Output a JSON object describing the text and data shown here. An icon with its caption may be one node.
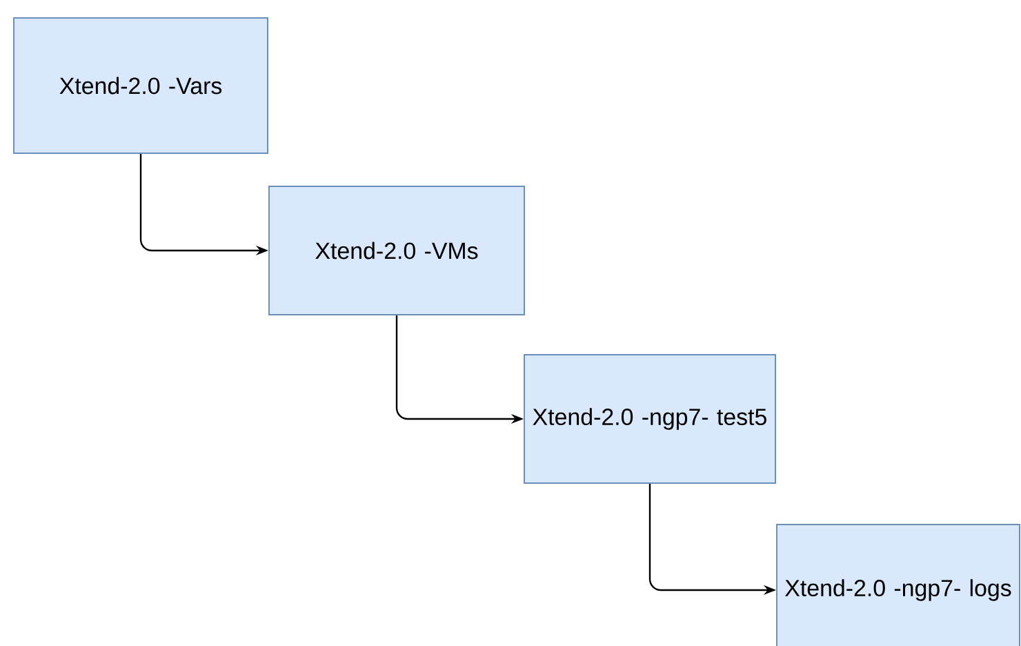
{
  "diagram": {
    "nodes": [
      {
        "text": [
          "Xtend-2.0 -Vars"
        ]
      },
      {
        "text": [
          "Xtend-2.0 -VMs"
        ]
      },
      {
        "text": [
          "Xtend-2.0 -ngp7- test5"
        ]
      },
      {
        "text": [
          "Xtend-2.0 -ngp7- logs"
        ]
      }
    ],
    "edges": [
      {
        "from": 0,
        "to": 1,
        "arrow": "to"
      },
      {
        "from": 1,
        "to": 2,
        "arrow": "to"
      },
      {
        "from": 2,
        "to": 3,
        "arrow": "to"
      }
    ]
  }
}
